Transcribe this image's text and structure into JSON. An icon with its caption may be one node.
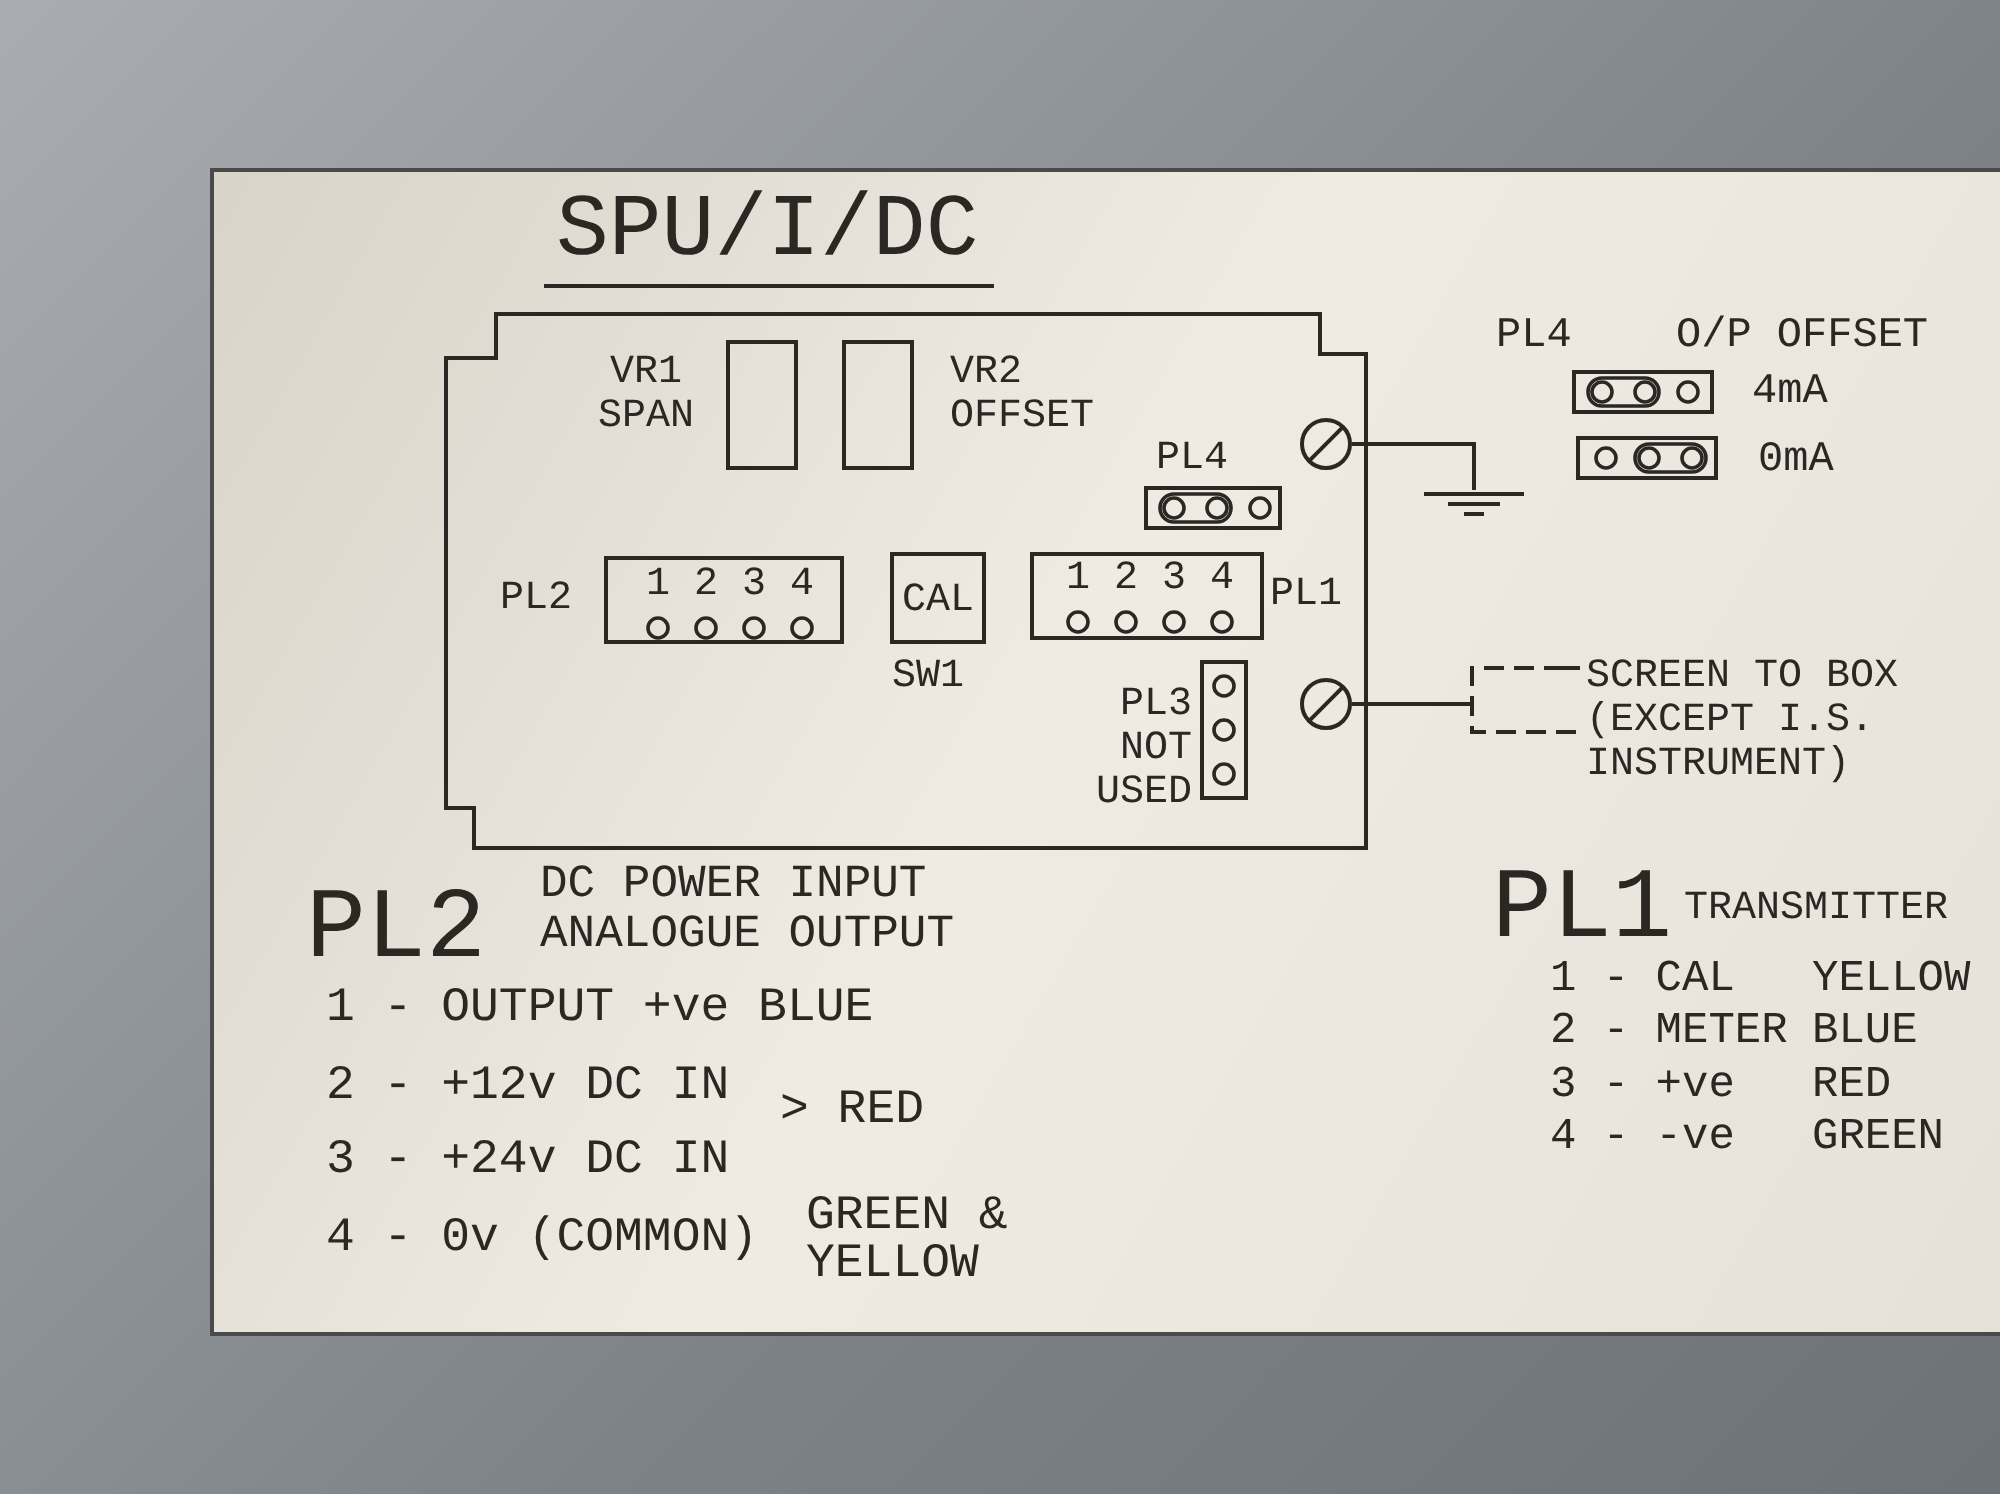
{
  "diagram": {
    "title": "SPU/I/DC",
    "nodes": [
      {
        "text": [],
        "shape": "box"
      },
      {
        "text": [],
        "shape": "box",
        "in": 0,
        "beside": [
          "VR1 SPAN"
        ]
      },
      {
        "text": [],
        "shape": "box",
        "in": 0,
        "beside": [
          "VR2 OFFSET"
        ]
      },
      {
        "text": [],
        "shape": "box",
        "in": 0,
        "beside": [
          "PL4"
        ]
      },
      {
        "text": [],
        "shape": "circle",
        "in": 0
      },
      {
        "text": [
          "1 2 3 4"
        ],
        "in": 0,
        "beside": [
          "PL2"
        ]
      },
      {
        "text": [
          "CAL"
        ],
        "in": 0,
        "beside": [
          "SW1"
        ]
      },
      {
        "text": [
          "1 2 3 4"
        ],
        "in": 0,
        "beside": [
          "PL1"
        ]
      },
      {
        "text": [],
        "shape": "box",
        "in": 0,
        "beside": [
          "PL3 NOT USED"
        ]
      },
      {
        "text": [],
        "shape": "circle",
        "in": 0
      },
      {
        "text": [],
        "shape": "ground"
      },
      {
        "text": [],
        "shape": "box",
        "beside": [
          "4mA"
        ]
      },
      {
        "text": [],
        "shape": "box",
        "beside": [
          "0mA"
        ]
      },
      {
        "text": [],
        "shape": "bracket"
      }
    ],
    "edges": [
      {
        "from": 4,
        "to": 10,
        "arrow": "none"
      },
      {
        "from": 9,
        "to": 13,
        "arrow": "none"
      }
    ],
    "labels": [
      "PL4",
      "O/P OFFSET",
      "PL2",
      "DC POWER INPUT",
      "ANALOGUE OUTPUT",
      "1 - OUTPUT +ve BLUE",
      "2 - +12v DC IN",
      "> RED",
      "3 - +24v DC IN",
      "4 - 0v (COMMON)",
      "GREEN & YELLOW",
      "SCREEN TO BOX (EXCEPT I.S. INSTRUMENT)",
      "PL1",
      "TRANSMITTER",
      "1 - CAL",
      "YELLOW",
      "2 - METER",
      "BLUE",
      "3 - +ve",
      "RED",
      "4 - -ve",
      "GREEN"
    ]
  }
}
